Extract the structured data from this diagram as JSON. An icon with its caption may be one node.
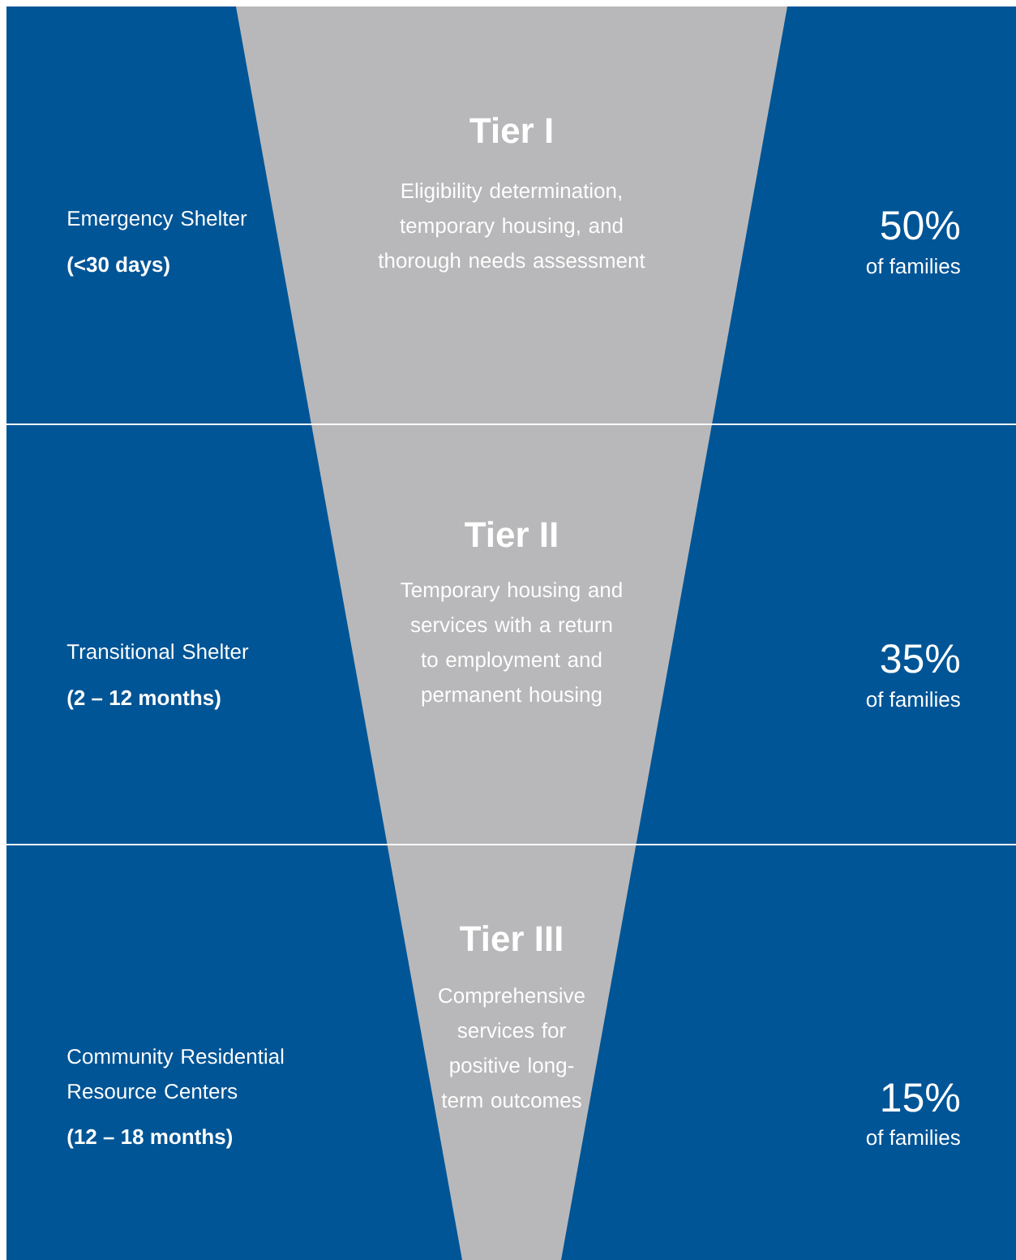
{
  "diagram": {
    "nodes": [
      {
        "text": [
          "Emergency Shelter",
          "(<30 days)",
          "50%",
          "of families"
        ]
      },
      {
        "text": [
          "Tier I",
          "Eligibility determination, temporary housing, and thorough needs assessment"
        ],
        "in": 0
      },
      {
        "text": [
          "Transitional Shelter",
          "(2 – 12 months)",
          "35%",
          "of families"
        ]
      },
      {
        "text": [
          "Tier II",
          "Temporary housing and services with a return to employment and permanent housing"
        ],
        "in": 2
      },
      {
        "text": [
          "Community Residential Resource Centers",
          "(12 – 18 months)",
          "15%",
          "of families"
        ]
      },
      {
        "text": [
          "Tier III",
          "Comprehensive services for positive long-term outcomes"
        ],
        "in": 4
      }
    ]
  }
}
